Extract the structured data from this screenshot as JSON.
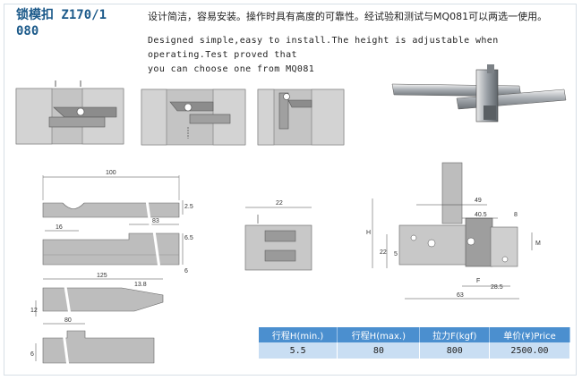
{
  "title_line1": "锁模扣 Z170/1",
  "title_line2": "080",
  "description_cn": "设计简洁，容易安装。操作时具有高度的可靠性。经试验和测试与MQ081可以两选一使用。",
  "description_en_line1": "Designed simple,easy to install.The height is adjustable when operating.Test proved that",
  "description_en_line2": "you can choose one from MQ081",
  "dims": {
    "d100": "100",
    "d25": "2.5",
    "d16": "16",
    "d65": "6.5",
    "d6": "6",
    "d83": "83",
    "d125": "125",
    "d138": "13.8",
    "d12": "12",
    "d80": "80",
    "d6b": "6",
    "d22": "22",
    "d49": "49",
    "d405": "40.5",
    "d8": "8",
    "dH": "H",
    "d22b": "22",
    "dM": "M",
    "d5": "5",
    "dF": "F",
    "d285": "28.5",
    "d63": "63"
  },
  "spec_table": {
    "headers": [
      "行程H(min.)",
      "行程H(max.)",
      "拉力F(kgf)",
      "单价(¥)Price"
    ],
    "rows": [
      [
        "5.5",
        "80",
        "800",
        "2500.00"
      ]
    ]
  }
}
